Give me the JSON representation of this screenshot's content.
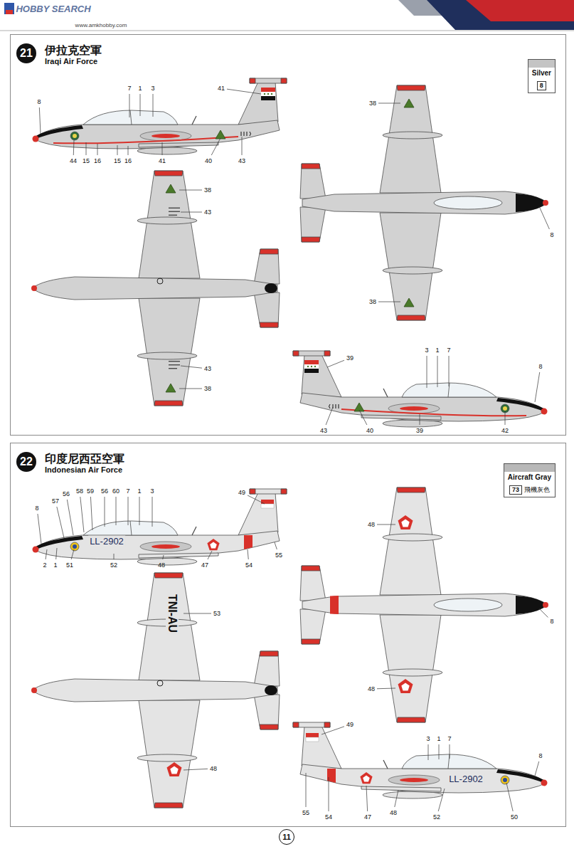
{
  "diagram": {
    "nodes": [
      {
        "text": [
          "伊拉克空軍",
          "Iraqi Air Force"
        ]
      },
      {
        "text": [
          "21"
        ],
        "in": 0
      },
      {
        "text": [
          "Silver",
          "8"
        ],
        "in": 0
      },
      {
        "text": [
          "印度尼西亞空軍",
          "Indonesian Air Force"
        ]
      },
      {
        "text": [
          "22"
        ],
        "in": 3
      },
      {
        "text": [
          "Aircraft Gray",
          "73",
          "飛機灰色"
        ],
        "in": 3
      },
      {
        "text": [
          "11"
        ]
      }
    ],
    "labels": [
      "HOBBY SEARCH",
      "www.amkhobby.com",
      "8",
      "7",
      "1",
      "3",
      "41",
      "44",
      "15",
      "16",
      "15",
      "16",
      "41",
      "40",
      "43",
      "38",
      "8",
      "38",
      "38",
      "43",
      "43",
      "38",
      "39",
      "3",
      "1",
      "7",
      "8",
      "43",
      "40",
      "39",
      "42",
      "49",
      "57",
      "56",
      "58",
      "59",
      "56",
      "60",
      "7",
      "1",
      "3",
      "8",
      "2",
      "1",
      "51",
      "52",
      "48",
      "47",
      "54",
      "55",
      "LL-2902",
      "TNI-AU",
      "53",
      "48",
      "48",
      "8",
      "48",
      "49",
      "3",
      "1",
      "7",
      "8",
      "55",
      "54",
      "47",
      "48",
      "52",
      "50",
      "LL-2902"
    ]
  }
}
